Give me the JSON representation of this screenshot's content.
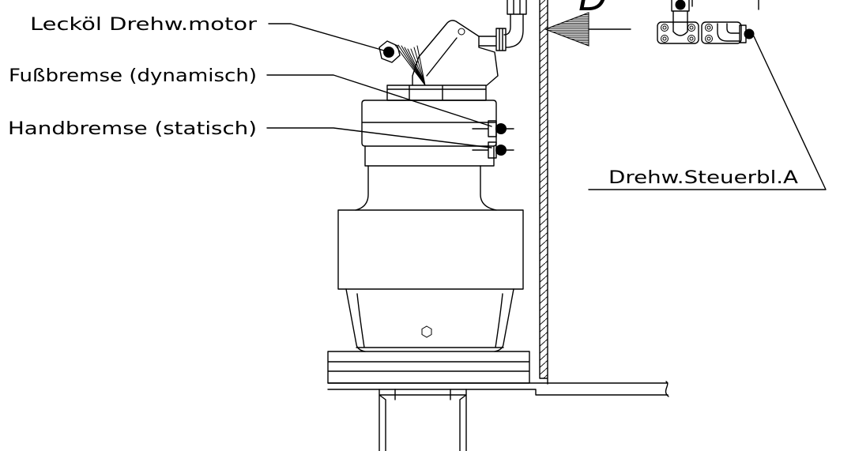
{
  "drawing": {
    "view_label": "D",
    "labels": {
      "leckoel_drehwerkmotor": "Lecköl Drehw.motor",
      "fussbremse": "Fußbremse (dynamisch)",
      "handbremse": "Handbremse (statisch)",
      "drehwerk_steuerblock_a": "Drehw.Steuerbl.A"
    }
  }
}
